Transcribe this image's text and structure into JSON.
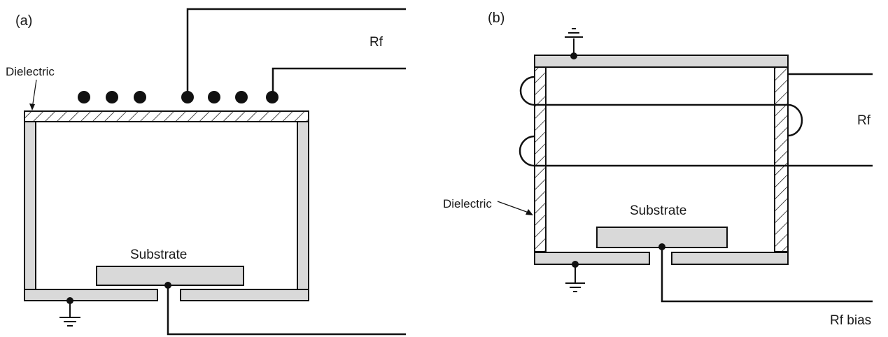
{
  "panels": {
    "a": {
      "label": "(a)",
      "rf_label": "Rf",
      "dielectric_label": "Dielectric",
      "substrate_label": "Substrate",
      "coil_dot_count": 7
    },
    "b": {
      "label": "(b)",
      "rf_label": "Rf",
      "dielectric_label": "Dielectric",
      "substrate_label": "Substrate",
      "rf_bias_label": "Rf bias"
    }
  },
  "colors": {
    "line": "#111111",
    "wall_fill": "#d9d9d9",
    "background": "#ffffff"
  }
}
